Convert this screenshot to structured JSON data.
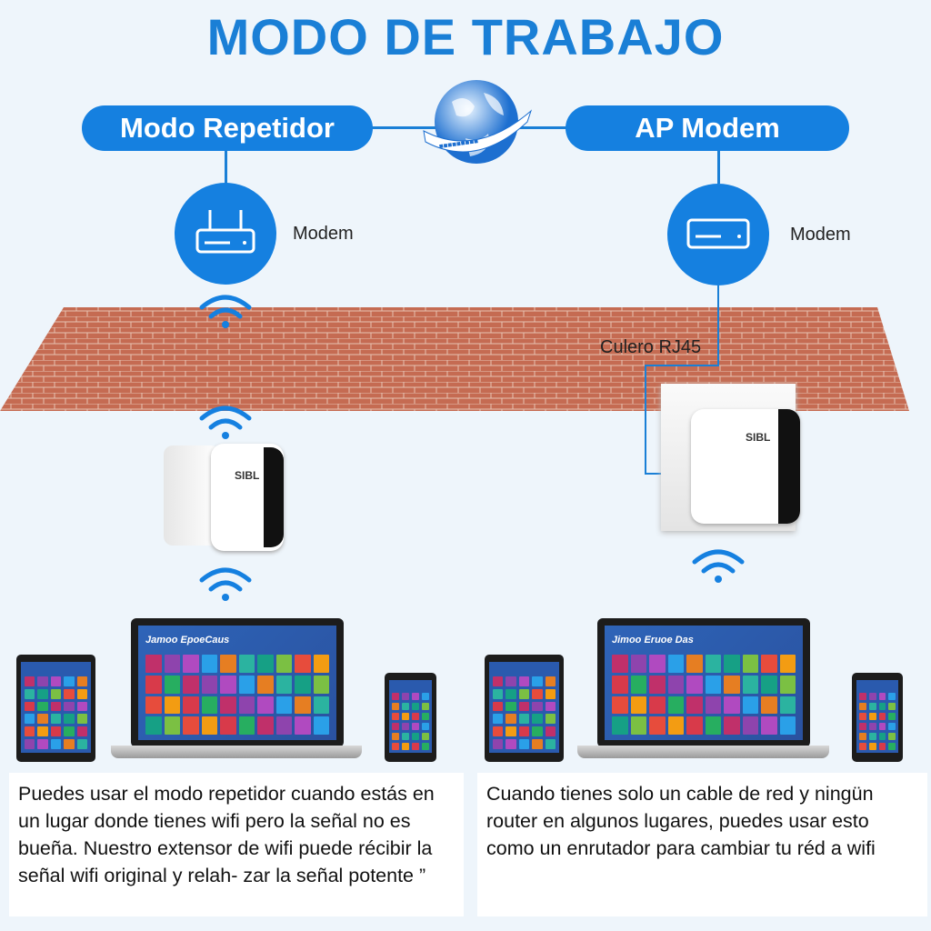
{
  "title": "MODO DE TRABAJO",
  "modes": [
    {
      "label": "Modo Repetidor",
      "modem_label": "Modem",
      "description": "Puedes usar el modo repetidor cuando estás en un lugar donde tienes wifi pero la señal no es bueña. Nuestro extensor de wifi puede récibir la señal wifi original y relah- zar la señal potente ”",
      "screen_title": "Jamoo EpoeCaus"
    },
    {
      "label": "AP Modem",
      "modem_label": "Modem",
      "cable_label": "Culero RJ45",
      "description": "Cuando tienes solo un cable de red y ningün router en algunos lugares, puedes usar esto como un enrutador para cambiar tu réd a wifi",
      "screen_title": "Jimoo Eruoe Das"
    }
  ],
  "device_brand": "SIBL",
  "colors": {
    "accent": "#1580e0",
    "title": "#1a7fd6",
    "brick": "#c56b52",
    "background": "#eef5fb"
  },
  "icons": [
    "globe-icon",
    "router-icon",
    "wifi-icon"
  ]
}
